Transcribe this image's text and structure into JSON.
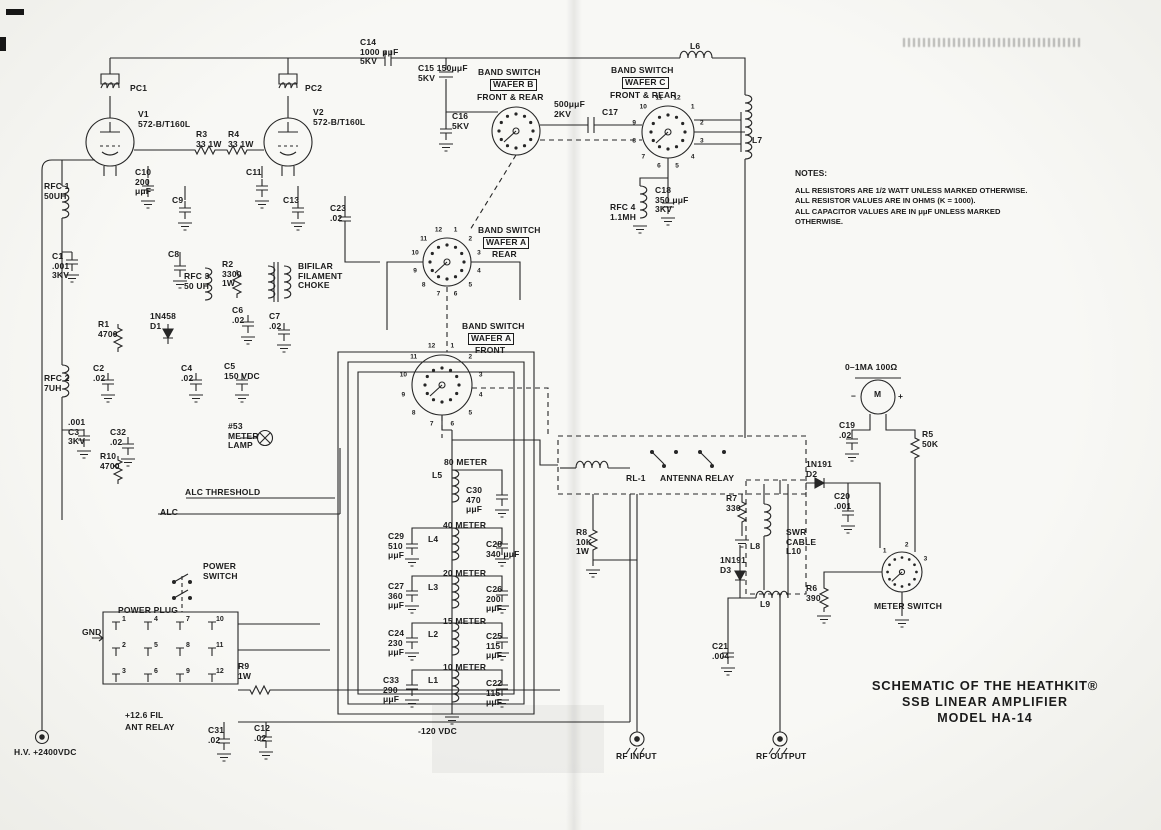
{
  "title_block": {
    "line1": "SCHEMATIC OF THE HEATHKIT®",
    "line2": "SSB LINEAR AMPLIFIER",
    "line3": "MODEL HA-14"
  },
  "notes": {
    "heading": "NOTES:",
    "lines": [
      "ALL RESISTORS ARE 1/2 WATT UNLESS MARKED OTHERWISE.",
      "ALL RESISTOR VALUES ARE IN OHMS (K = 1000).",
      "ALL CAPACITOR VALUES ARE IN μμF UNLESS MARKED",
      "OTHERWISE."
    ]
  },
  "labels": {
    "hv": "H.V. +2400VDC",
    "pc1": "PC1",
    "pc2": "PC2",
    "v1": "V1\n572-B/T160L",
    "v2": "V2\n572-B/T160L",
    "r3": "R3\n33 1W",
    "r4": "R4\n33 1W",
    "c10": "C10\n200\nμμF",
    "c9": "C9",
    "c11": "C11",
    "c13": "C13",
    "c23": "C23\n.02",
    "rfc1": "RFC 1\n50UH",
    "c1": "C1\n.001\n3KV",
    "c8": "C8",
    "rfc3": "RFC 3\n50 UH",
    "r2": "R2\n3300\n1W",
    "bifilar": "BIFILAR\nFILAMENT\nCHOKE",
    "c6": "C6\n.02",
    "c7": "C7\n.02",
    "r1": "R1\n4700",
    "d1": "1N458\nD1",
    "c2": "C2\n.02",
    "c4": "C4\n.02",
    "c5": "C5\n150 VDC",
    "rfc2": "RFC 2\n7UH",
    "c3": ".001\nC3\n3KV",
    "c32": "C32\n.02",
    "lamp": "#53\nMETER\nLAMP",
    "r10": "R10\n4700",
    "alc_threshold": "ALC THRESHOLD",
    "alc": "ALC",
    "c14": "C14\n1000 μμF\n5KV",
    "c15": "C15 150μμF\n5KV",
    "band_b": "BAND SWITCH",
    "band_b_wafer": "WAFER B",
    "band_b_fr": "FRONT & REAR",
    "band_c": "BAND SWITCH",
    "band_c_wafer": "WAFER C",
    "band_c_fr": "FRONT & REAR",
    "band_a_rear": "BAND SWITCH",
    "band_a_rear_wafer": "WAFER A",
    "band_a_rear_pos": "REAR",
    "band_a_front": "BAND SWITCH",
    "band_a_front_wafer": "WAFER A",
    "band_a_front_pos": "FRONT",
    "l6": "L6",
    "l7": "L7",
    "c17_val": "500μμF\n2KV",
    "c17": "C17",
    "c16": "C16\n5KV",
    "c18": "C18\n350 μμF\n3KV",
    "rfc4": "RFC 4\n1.1MH",
    "m80": "80 METER",
    "l5": "L5",
    "c30": "C30\n470\nμμF",
    "m40": "40 METER",
    "l4": "L4",
    "c29": "C29\n510\nμμF",
    "c28": "C28\n340 μμF",
    "m20": "20 METER",
    "l3": "L3",
    "c27": "C27\n360\nμμF",
    "c26": "C26\n200\nμμF",
    "m15": "15 METER",
    "l2": "L2",
    "c24": "C24\n230\nμμF",
    "c25": "C25\n115\nμμF",
    "m10": "10 METER",
    "l1": "L1",
    "c33": "C33\n290\nμμF",
    "c22": "C22\n115\nμμF",
    "power_switch": "POWER\nSWITCH",
    "power_plug": "POWER PLUG",
    "gnd": "GND",
    "r9": "R9\n1W",
    "fil": "+12.6 FIL",
    "ant_relay": "ANT RELAY",
    "c31": "C31\n.02",
    "c12": "C12\n.02",
    "neg120": "-120 VDC",
    "rl1": "RL-1",
    "antenna_relay": "ANTENNA RELAY",
    "r8": "R8\n10K\n1W",
    "d2": "1N191\nD2",
    "r7": "R7\n330",
    "c20": "C20\n.001",
    "meter_range": "0–1MA  100Ω",
    "meter_m": "M",
    "meter_minus": "−",
    "meter_plus": "+",
    "c19": "C19\n.02",
    "r5": "R5\n50K",
    "swr": "SWR\nCABLE\nL10",
    "l8": "L8",
    "l9": "L9",
    "d3": "1N191\nD3",
    "r6": "R6\n390",
    "meter_switch": "METER SWITCH",
    "c21": "C21\n.004",
    "rf_input": "RF INPUT",
    "rf_output": "RF OUTPUT"
  },
  "plug_pins": {
    "row1": [
      "1",
      "4",
      "7",
      "10"
    ],
    "row2": [
      "2",
      "5",
      "8",
      "11"
    ],
    "row3": [
      "3",
      "6",
      "9",
      "12"
    ]
  },
  "wafers": {
    "a_rear": [
      "12",
      "1",
      "2",
      "3",
      "4",
      "5",
      "6",
      "7",
      "8",
      "9",
      "10",
      "11"
    ],
    "a_front": [
      "12",
      "1",
      "2",
      "3",
      "4",
      "5",
      "6",
      "7",
      "8",
      "9",
      "10",
      "11"
    ],
    "c": [
      "12",
      "1",
      "2",
      "3",
      "4",
      "5",
      "6",
      "7",
      "8",
      "9",
      "10",
      "11"
    ]
  },
  "meter_switch_pins": [
    "1",
    "2",
    "3"
  ]
}
